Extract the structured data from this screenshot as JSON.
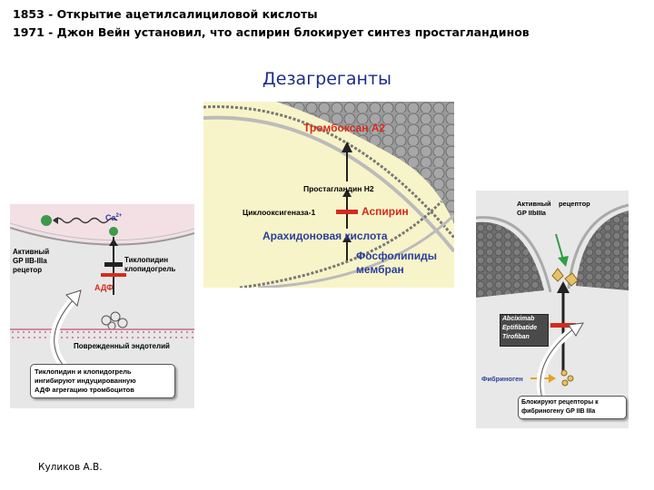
{
  "header": {
    "line1": "1853 - Открытие ацетилсалициловой кислоты",
    "line2": "1971 - Джон Вейн установил, что аспирин блокирует синтез простагландинов"
  },
  "slide_title": "Дезагреганты",
  "author": "Куликов А.В.",
  "colors": {
    "title": "#1d2c86",
    "red": "#d52b1e",
    "blue": "#2a3f9a",
    "center_bg": "#f8f4c9"
  },
  "left_panel": {
    "ca_label": "Ca",
    "ca_charge": "2+",
    "receptor_label": "Активный\nGP IIB-IIIa\nрецетор",
    "drug_label": "Тиклопидин\nклопидогрель",
    "adp_label": "АДФ",
    "endothelium_label": "Поврежденный эндотелий",
    "note": "Тиклопидин и клопидогрель\nингибируют индуцированную\nАДФ агрегацию тромбоцитов"
  },
  "center_panel": {
    "thromboxane": "Тромбоксан А2",
    "prostaglandin": "Простагландин H2",
    "cox": "Циклооксигеназа-1",
    "aspirin": "Аспирин",
    "arachidonic": "Арахидоновая кислота",
    "phospholipids": "Фосфолипиды\nмембран"
  },
  "right_panel": {
    "receptor_label": "Активный    рецептор\nGP IIbIIIa",
    "drugs": [
      "Abciximab",
      "Eptifibatide",
      "Tirofiban"
    ],
    "fibrinogen": "Фибриноген",
    "note": "Блокируют рецепторы к\nфибриногену GP IIB IIIa"
  }
}
